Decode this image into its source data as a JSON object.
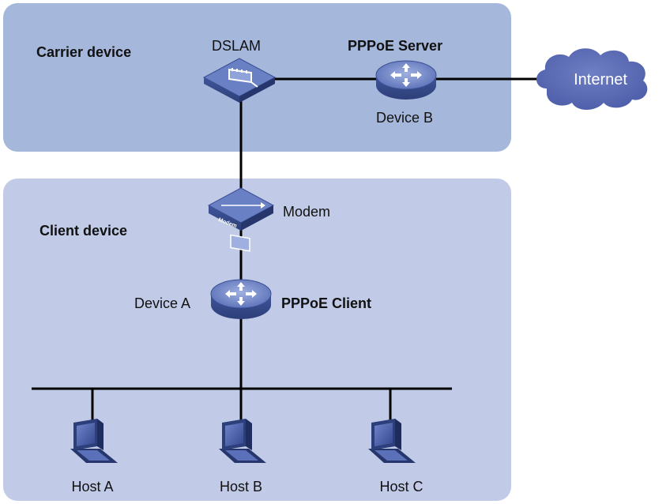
{
  "zones": {
    "carrier_label": "Carrier device",
    "client_label": "Client device"
  },
  "nodes": {
    "dslam": {
      "label": "DSLAM",
      "icon": "dslam-switch-icon"
    },
    "pppoe_server": {
      "role": "PPPoE Server",
      "name": "Device B",
      "icon": "router-icon"
    },
    "internet": {
      "label": "Internet",
      "icon": "cloud-icon"
    },
    "modem": {
      "label": "Modem",
      "device_text": "Modem",
      "icon": "modem-icon"
    },
    "pppoe_client": {
      "role": "PPPoE Client",
      "name": "Device A",
      "icon": "router-icon"
    },
    "hosts": [
      {
        "label": "Host A",
        "icon": "computer-icon"
      },
      {
        "label": "Host B",
        "icon": "computer-icon"
      },
      {
        "label": "Host C",
        "icon": "computer-icon"
      }
    ]
  },
  "colors": {
    "carrier_zone": "#a6b7dc",
    "client_zone": "#c1cbe8",
    "device_blue": "#5a70b8",
    "cloud": "#5566b0",
    "link": "#000000"
  }
}
